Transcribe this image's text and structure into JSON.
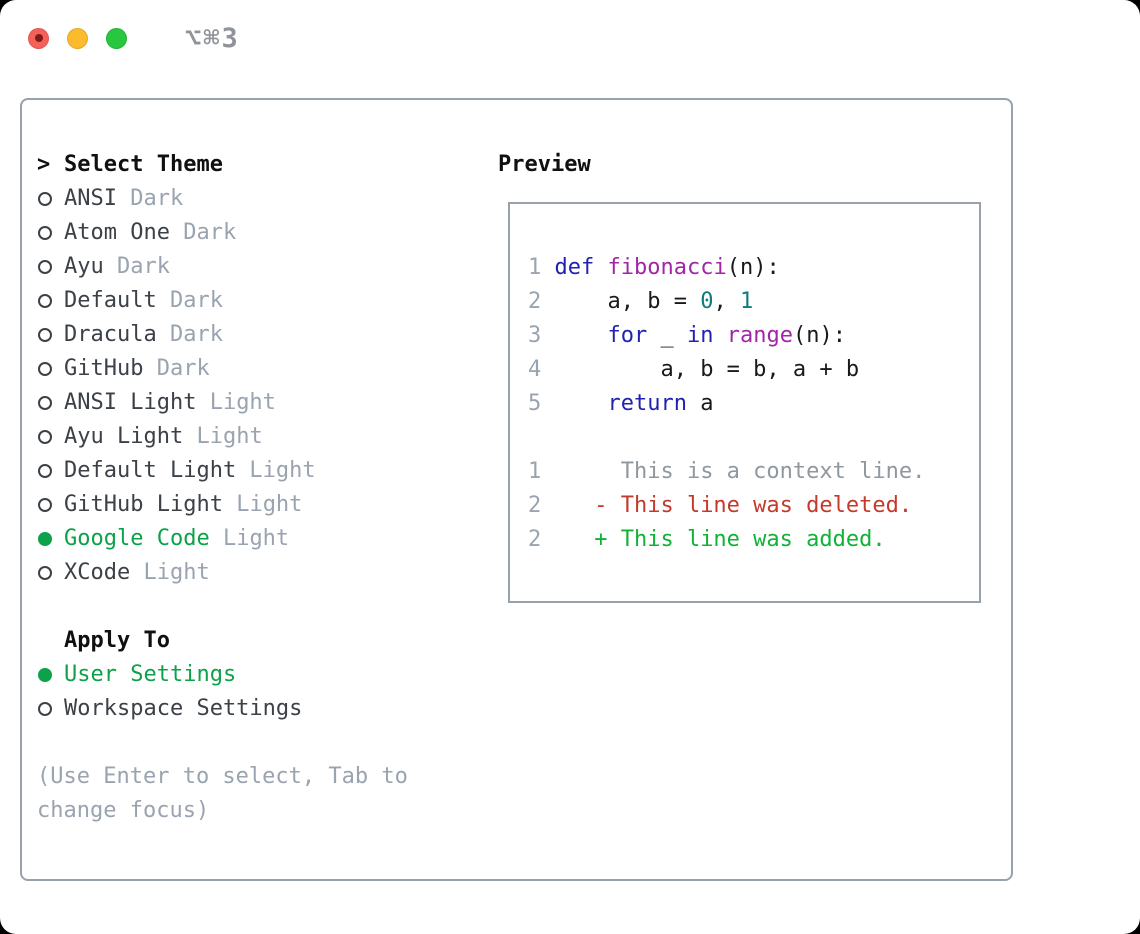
{
  "window": {
    "title": "⌥⌘3",
    "traffic_lights": [
      "close",
      "minimize",
      "zoom"
    ]
  },
  "theme_picker": {
    "prompt": ">",
    "title": "Select Theme",
    "items": [
      {
        "name": "ANSI",
        "variant": "Dark",
        "selected": false
      },
      {
        "name": "Atom One",
        "variant": "Dark",
        "selected": false
      },
      {
        "name": "Ayu",
        "variant": "Dark",
        "selected": false
      },
      {
        "name": "Default",
        "variant": "Dark",
        "selected": false
      },
      {
        "name": "Dracula",
        "variant": "Dark",
        "selected": false
      },
      {
        "name": "GitHub",
        "variant": "Dark",
        "selected": false
      },
      {
        "name": "ANSI Light",
        "variant": "Light",
        "selected": false
      },
      {
        "name": "Ayu Light",
        "variant": "Light",
        "selected": false
      },
      {
        "name": "Default Light",
        "variant": "Light",
        "selected": false
      },
      {
        "name": "GitHub Light",
        "variant": "Light",
        "selected": false
      },
      {
        "name": "Google Code",
        "variant": "Light",
        "selected": true
      },
      {
        "name": "XCode",
        "variant": "Light",
        "selected": false
      }
    ],
    "apply_to": {
      "title": "Apply To",
      "options": [
        {
          "label": "User Settings",
          "selected": true
        },
        {
          "label": "Workspace Settings",
          "selected": false
        }
      ]
    },
    "help": "(Use Enter to select, Tab to change focus)"
  },
  "preview": {
    "title": "Preview",
    "lines": [
      {
        "tokens": [
          [
            "1 ",
            "num"
          ],
          [
            "def ",
            "kw"
          ],
          [
            "fibonacci",
            "fn"
          ],
          [
            "(n):",
            "pln"
          ]
        ]
      },
      {
        "tokens": [
          [
            "2",
            "num"
          ],
          [
            "     a, b = ",
            "pln"
          ],
          [
            "0",
            "lit"
          ],
          [
            ", ",
            "pln"
          ],
          [
            "1",
            "lit"
          ]
        ]
      },
      {
        "tokens": [
          [
            "3",
            "num"
          ],
          [
            "     ",
            "pln"
          ],
          [
            "for",
            "kw"
          ],
          [
            " _ ",
            "pln"
          ],
          [
            "in",
            "kw"
          ],
          [
            " ",
            "pln"
          ],
          [
            "range",
            "fn"
          ],
          [
            "(n):",
            "pln"
          ]
        ]
      },
      {
        "tokens": [
          [
            "4",
            "num"
          ],
          [
            "         a, b = b, a + b",
            "pln"
          ]
        ]
      },
      {
        "tokens": [
          [
            "5",
            "num"
          ],
          [
            "     ",
            "pln"
          ],
          [
            "return",
            "kw"
          ],
          [
            " a",
            "pln"
          ]
        ]
      },
      {
        "tokens": []
      },
      {
        "tokens": [
          [
            "1",
            "num"
          ],
          [
            "      This is a context line.",
            "ctx"
          ]
        ]
      },
      {
        "tokens": [
          [
            "2",
            "num"
          ],
          [
            "    - This line was deleted.",
            "del"
          ]
        ]
      },
      {
        "tokens": [
          [
            "2",
            "num"
          ],
          [
            "    + This line was added.",
            "add"
          ]
        ]
      }
    ]
  },
  "colors": {
    "accent-green": "#0da24a",
    "text-dark": "#3b4147",
    "text-muted": "#9aa3b0",
    "heading": "#0e1012",
    "border": "#98a1ac",
    "code-keyword": "#2222b2",
    "code-function": "#a126a6",
    "code-literal": "#0e7c7c",
    "code-plain": "#17191b",
    "line-number": "#9aa3b0",
    "diff-context": "#8f979f",
    "diff-deleted": "#c5392b",
    "diff-added": "#10b238",
    "traffic-red": "#f5615a",
    "traffic-yellow": "#fcbb2d",
    "traffic-green": "#29c73f",
    "title-gray": "#8f939a"
  }
}
